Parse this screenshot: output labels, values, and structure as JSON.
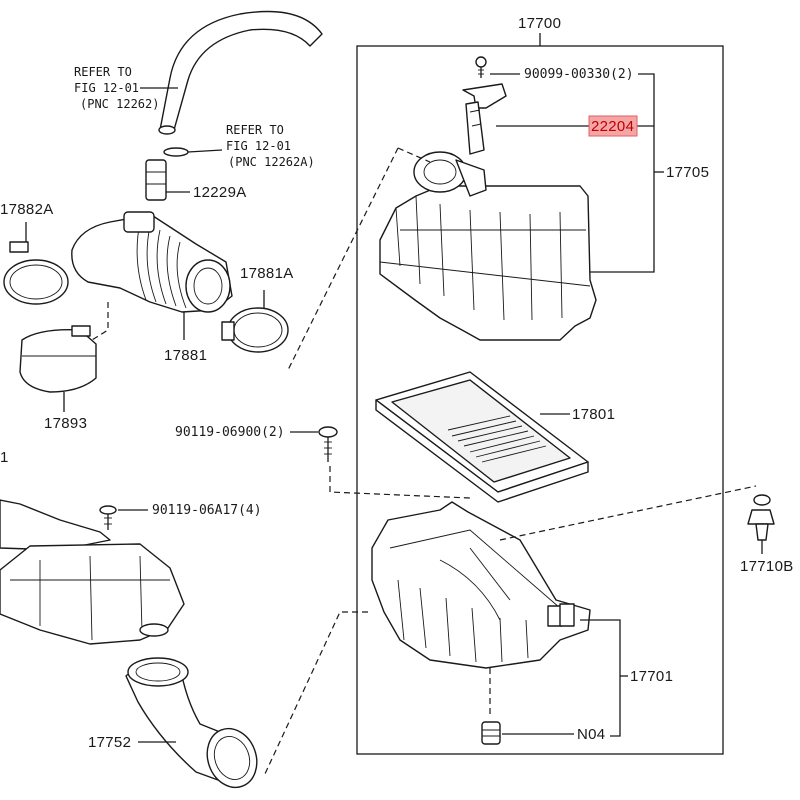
{
  "callouts": {
    "assembly": "17700",
    "screw_90099": "90099-00330(2)",
    "sensor": "22204",
    "cap_subassy": "17705",
    "element": "17801",
    "case": "17701",
    "n04": "N04",
    "clip": "17710B",
    "hose_17881": "17881",
    "clamp_17881a": "17881A",
    "clamp_17882a": "17882A",
    "resonator": "17893",
    "vsv_12229a": "12229A",
    "bolt_06900": "90119-06900(2)",
    "bolt_06a17": "90119-06A17(4)",
    "intake_17752": "17752",
    "partial_left": "1"
  },
  "refer_1": {
    "line1": "REFER TO",
    "line2": "FIG 12-01",
    "line3": "(PNC 12262)"
  },
  "refer_2": {
    "line1": "REFER TO",
    "line2": "FIG 12-01",
    "line3": "(PNC 12262A)"
  },
  "highlight_color": "#f4a6a6"
}
